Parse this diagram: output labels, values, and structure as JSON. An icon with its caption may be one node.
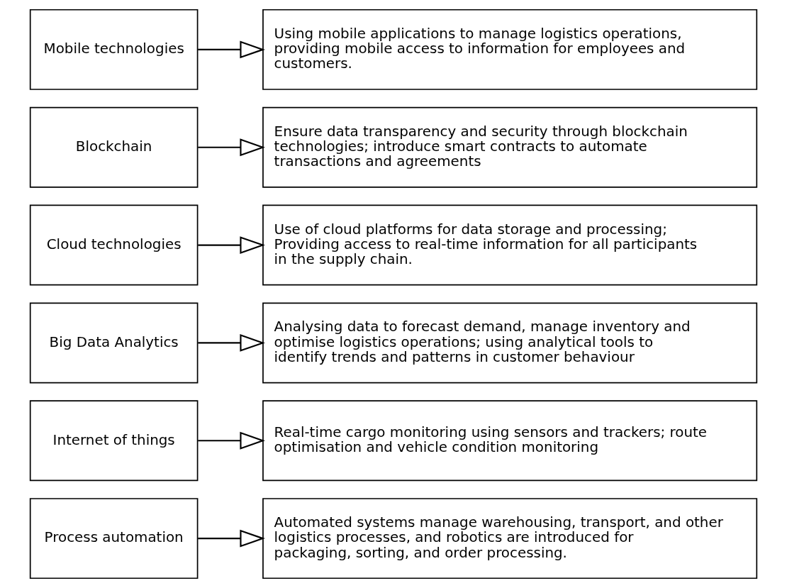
{
  "diagram": {
    "nodes": [
      {
        "text": [
          "Process automation"
        ]
      },
      {
        "text": [
          "Automated systems manage warehousing, transport, and other logistics processes, and robotics are introduced for packaging, sorting, and order processing."
        ]
      },
      {
        "text": [
          "Internet of things"
        ]
      },
      {
        "text": [
          "Real-time cargo monitoring using sensors and trackers; route optimisation and vehicle condition monitoring"
        ]
      },
      {
        "text": [
          "Big Data Analytics"
        ]
      },
      {
        "text": [
          "Analysing data to forecast demand, manage inventory and optimise logistics operations; using analytical tools to identify trends and patterns in customer behaviour"
        ]
      },
      {
        "text": [
          "Cloud technologies"
        ]
      },
      {
        "text": [
          "Use of cloud platforms for data storage and processing; Providing access to real-time information for all participants in the supply chain."
        ]
      },
      {
        "text": [
          "Blockchain"
        ]
      },
      {
        "text": [
          "Ensure data transparency and security through blockchain technologies; introduce smart contracts to automate transactions and agreements"
        ]
      },
      {
        "text": [
          "Mobile technologies"
        ]
      },
      {
        "text": [
          "Using mobile applications to manage logistics operations, providing mobile access to information for employees and customers."
        ]
      }
    ],
    "edges": [
      {
        "from": 0,
        "to": 1,
        "arrow": "to"
      },
      {
        "from": 2,
        "to": 3,
        "arrow": "to"
      },
      {
        "from": 4,
        "to": 5,
        "arrow": "to"
      },
      {
        "from": 6,
        "to": 7,
        "arrow": "to"
      },
      {
        "from": 8,
        "to": 9,
        "arrow": "to"
      },
      {
        "from": 10,
        "to": 11,
        "arrow": "to"
      }
    ]
  }
}
